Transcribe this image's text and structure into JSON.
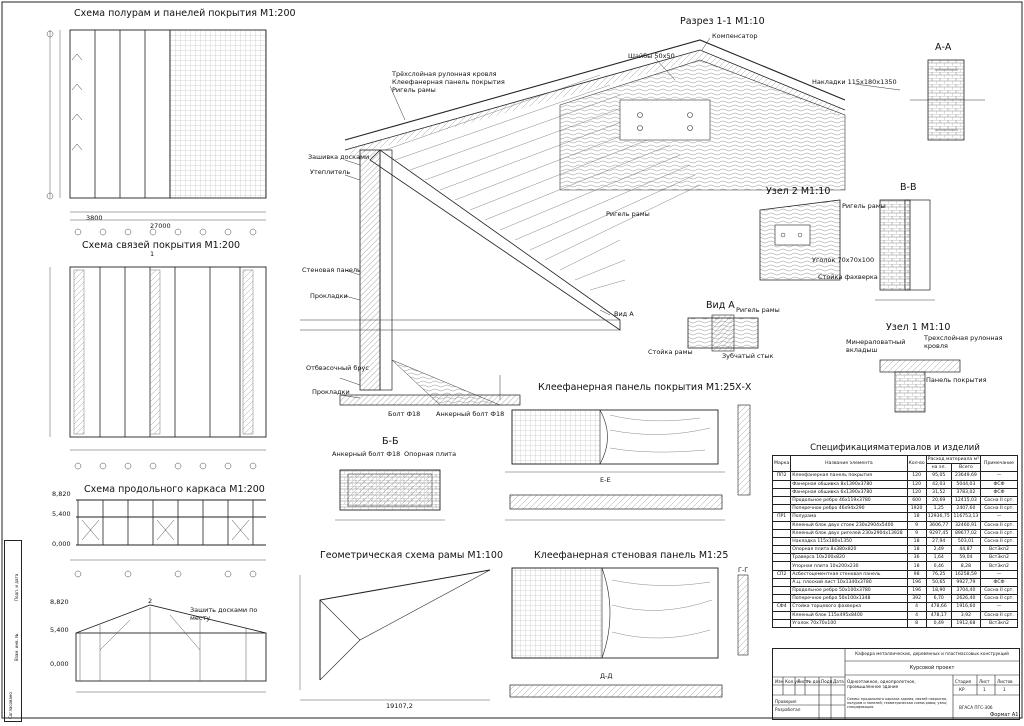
{
  "titles": {
    "roof_purlins": "Схема полурам и панелей покрытия М1:200",
    "roof_bracing": "Схема связей покрытия М1:200",
    "longitudinal_frame": "Схема продольного каркаса М1:200",
    "section_1_1": "Разрез 1-1 М1:10",
    "section_aa": "А-А",
    "node_2": "Узел 2 М1:10",
    "section_vv": "В-В",
    "view_a": "Вид А",
    "node_1": "Узел 1 М1:10",
    "roof_panel": "Клеефанерная панель покрытия М1:25",
    "section_xx": "Х-Х",
    "section_bb": "Б-Б",
    "section_ee": "Е-Е",
    "geometric_scheme": "Геометрическая схема рамы М1:100",
    "wall_panel": "Клеефанерная стеновая панель М1:25",
    "section_gg": "Г-Г",
    "section_dd": "Д-Д"
  },
  "labels": {
    "compensator": "Компенсатор",
    "washers": "Шайбы 50х50",
    "roofing": "Трёхслойная рулонная кровля",
    "plywood_roof_panel": "Клеефанерная панель покрытия",
    "frame_beam": "Ригель рамы",
    "lining": "Накладки 115х180х1350",
    "boards_sheathing": "Зашивка досками",
    "insulation": "Утеплитель",
    "frame_beam_2": "Ригель рамы",
    "wall_panel_label": "Стеновая панель",
    "gaskets": "Прокладки",
    "drain_bar": "Отбвэсочный брус",
    "gaskets_2": "Прокладки",
    "bolt": "Болт Ф18",
    "anchor_bolt": "Анкерный болт Ф18",
    "view_a_pointer": "Вид А",
    "frame_beam_node2": "Ригель рамы",
    "angle": "Уголок 70х70х100",
    "wood_post": "Стойка фахверка",
    "frame_beam_view_a": "Ригель рамы",
    "frame_post": "Стойка рамы",
    "tooth_joint": "Зубчатый стык",
    "mineral_wool": "Минераловатный вкладыш",
    "roofing_node1": "Трехслойная рулонная кровля",
    "roof_panel_node1": "Панель покрытия",
    "anchor_bolt_bb": "Анкерный болт Ф18",
    "base_plate": "Опорная плита",
    "sheathing_note": "Зашить досками по месту",
    "sheet_format": "Формат А1",
    "lvl_8820": "8,820",
    "lvl_5400": "5,400",
    "lvl_0000": "0,000",
    "lvl_8820b": "8,820",
    "lvl_5400b": "5,400",
    "lvl_0000b": "0,000",
    "dim_27000": "27000",
    "dim_3800": "3800",
    "dim_19107": "19107,2",
    "sect_1": "1",
    "sect_2": "2"
  },
  "spec": {
    "title": "Спецификацияматериалов и изделий",
    "headers": {
      "mark": "Марка",
      "name": "Название элемента",
      "qty": "Кол-во",
      "consumption": "Расход материала м³",
      "per_unit": "на эл.",
      "total": "Всего",
      "note": "Примечание"
    },
    "rows": [
      {
        "mark": "ПП2",
        "name": "Клеефанерная панель покрытия",
        "qty": "120",
        "per": "95,05",
        "total": "23649,69",
        "note": "—"
      },
      {
        "mark": "",
        "name": "Фанерная обшивка 8х1390х3780",
        "qty": "120",
        "per": "42,03",
        "total": "5044,03",
        "note": "ФСФ"
      },
      {
        "mark": "",
        "name": "Фанерная обшивка 6х1390х3780",
        "qty": "120",
        "per": "31,52",
        "total": "3783,02",
        "note": "ФСФ"
      },
      {
        "mark": "",
        "name": "Продольное ребро 46х119х3780",
        "qty": "600",
        "per": "20,69",
        "total": "12415,03",
        "note": "Сосна II срт."
      },
      {
        "mark": "",
        "name": "Поперечное ребро 46х94х290",
        "qty": "1920",
        "per": "1,25",
        "total": "2407,60",
        "note": "Сосна II срт."
      },
      {
        "mark": "ПР1",
        "name": "Полурама",
        "qty": "18",
        "per": "12936,75",
        "total": "116753,13",
        "note": "—"
      },
      {
        "mark": "",
        "name": "Клееный блок двух стоек 230х2904х5400",
        "qty": "9",
        "per": "3606,77",
        "total": "32460,91",
        "note": "Сосна II срт."
      },
      {
        "mark": "",
        "name": "Клееный блок двух ригелей 230х2904х13928",
        "qty": "9",
        "per": "9297,45",
        "total": "89677,02",
        "note": "Сосна II срт."
      },
      {
        "mark": "",
        "name": "Накладка 115х180х1350",
        "qty": "18",
        "per": "27,94",
        "total": "503,01",
        "note": "Сосна II срт."
      },
      {
        "mark": "",
        "name": "Опорная плита 8х380х820",
        "qty": "18",
        "per": "2,49",
        "total": "44,87",
        "note": "Вст3кп2"
      },
      {
        "mark": "",
        "name": "Траверса 10х200х820",
        "qty": "36",
        "per": "1,64",
        "total": "59,04",
        "note": "Вст3кп2"
      },
      {
        "mark": "",
        "name": "Упорная плита 10х200х230",
        "qty": "18",
        "per": "0,46",
        "total": "8,28",
        "note": "Вст3кп2"
      },
      {
        "mark": "СП2",
        "name": "Асбестоцементная стеновая панель",
        "qty": "98",
        "per": "76,25",
        "total": "16258,59",
        "note": "—"
      },
      {
        "mark": "",
        "name": "А.ц. плоский лист 10х1340х3780",
        "qty": "196",
        "per": "50,65",
        "total": "9927,79",
        "note": "ФСФ"
      },
      {
        "mark": "",
        "name": "Продольное ребро 50х100х3780",
        "qty": "196",
        "per": "18,90",
        "total": "3704,40",
        "note": "Сосна II срт."
      },
      {
        "mark": "",
        "name": "Поперечное ребро 50х100х1348",
        "qty": "392",
        "per": "6,70",
        "total": "2626,40",
        "note": "Сосна II срт."
      },
      {
        "mark": "СФ4",
        "name": "Стойка торцевого фахверка",
        "qty": "4",
        "per": "478,66",
        "total": "1916,60",
        "note": "—"
      },
      {
        "mark": "",
        "name": "Клееный блок 115х495х8400",
        "qty": "4",
        "per": "478,17",
        "total": "3,92",
        "note": "Сосна II срт."
      },
      {
        "mark": "",
        "name": "Уголок 70х70х100",
        "qty": "8",
        "per": "0,49",
        "total": "1912,68",
        "note": "Вст3кп2"
      }
    ]
  },
  "stamp": {
    "department": "Кафедра металлических, деревянных и пластмассовых конструкций",
    "project": "Курсовой проект",
    "object": "Одноэтажное, однопролетное, промышленное здание",
    "sheet_desc": "Схемы: продольного каркаса здания, связей покрытия, полурам и панелей; геометрическая схема рамы; узлы; спецификация",
    "stage_h": "Стадия",
    "sheet_h": "Лист",
    "sheets_h": "Листов",
    "stage": "КР",
    "sheet": "1",
    "sheets": "1",
    "org": "ВГАСА ПГС-306",
    "checked": "Проверил",
    "developed": "Разработал",
    "izm": "Изм",
    "kol": "Кол.уч",
    "list": "Лист",
    "ndoc": "№ док.",
    "podp": "Подп.",
    "date": "Дата"
  },
  "side_stamp": {
    "a": "Согласовано",
    "b": "Взам. инв. №",
    "c": "Подп. и дата"
  }
}
